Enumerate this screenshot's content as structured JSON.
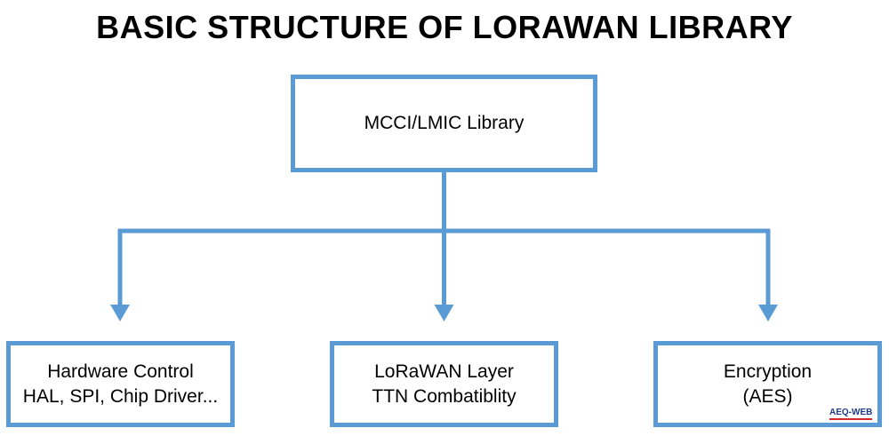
{
  "title": "BASIC STRUCTURE OF LORAWAN LIBRARY",
  "nodes": {
    "top": {
      "line1": "MCCI/LMIC Library"
    },
    "left": {
      "line1": "Hardware Control",
      "line2": "HAL, SPI, Chip Driver..."
    },
    "middle": {
      "line1": "LoRaWAN Layer",
      "line2": "TTN Combatiblity"
    },
    "right": {
      "line1": "Encryption",
      "line2": "(AES)"
    }
  },
  "edges": [
    {
      "from": "MCCI/LMIC Library",
      "to": "Hardware Control"
    },
    {
      "from": "MCCI/LMIC Library",
      "to": "LoRaWAN Layer"
    },
    {
      "from": "MCCI/LMIC Library",
      "to": "Encryption"
    }
  ],
  "watermark": "AEQ-WEB",
  "colors": {
    "accent": "#5b9bd5",
    "watermark_text": "#1f3c88",
    "watermark_underline": "#d9262c"
  }
}
